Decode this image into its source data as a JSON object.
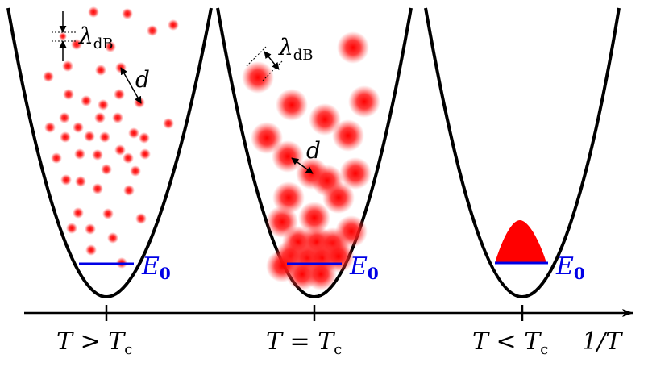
{
  "panels": [
    {
      "condition": "T > Tc",
      "label_italic": "T",
      "label_op": " > ",
      "label_base": "T",
      "label_sub": "c"
    },
    {
      "condition": "T = Tc",
      "label_italic": "T",
      "label_op": " = ",
      "label_base": "T",
      "label_sub": "c"
    },
    {
      "condition": "T < Tc",
      "label_italic": "T",
      "label_op": " < ",
      "label_base": "T",
      "label_sub": "c"
    }
  ],
  "axis_label": "1/T",
  "energy_level": {
    "base": "E",
    "sub": "0"
  },
  "lambda_label": {
    "base": "λ",
    "sub": "dB"
  },
  "distance_label": "d",
  "colors": {
    "well": "#000000",
    "energy_line": "#0000e6",
    "particle": "#ff0000",
    "axis": "#000000"
  }
}
